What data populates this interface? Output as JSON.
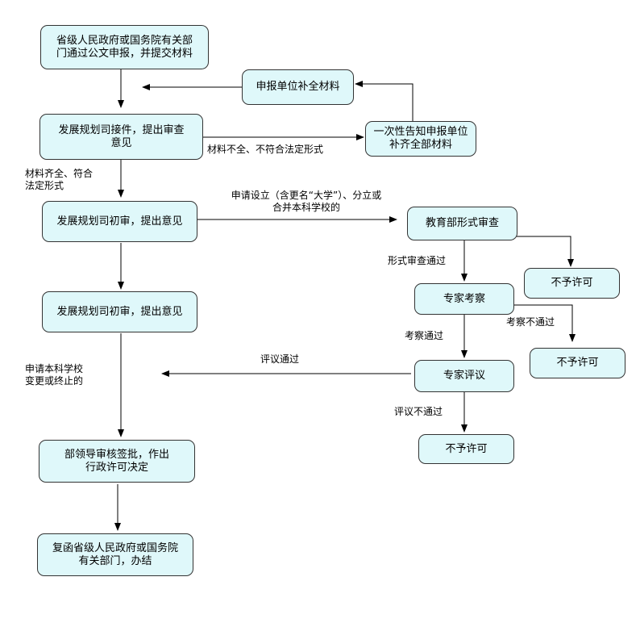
{
  "nodes": {
    "submit": "省级人民政府或国务院有关部\n门通过公文申报，并提交材料",
    "supplement": "申报单位补全材料",
    "receive": "发展规划司接件，提出审查\n意见",
    "notify_once": "一次性告知申报单位\n补齐全部材料",
    "prelim_review_1": "发展规划司初审，提出意见",
    "formal_review": "教育部形式审查",
    "deny_1": "不予许可",
    "expert_inspection": "专家考察",
    "deny_2": "不予许可",
    "prelim_review_2": "发展规划司初审，提出意见",
    "expert_evaluation": "专家评议",
    "deny_3": "不予许可",
    "leader_approval": "部领导审核签批，作出\n行政许可决定",
    "reply": "复函省级人民政府或国务院\n有关部门，办结"
  },
  "labels": {
    "incomplete": "材料不全、不符合法定形式",
    "complete": "材料齐全、符合\n法定形式",
    "apply_setup": "申请设立（含更名“大学”）、分立或\n合并本科学校的",
    "formal_pass": "形式审查通过",
    "inspection_fail": "考察不通过",
    "inspection_pass": "考察通过",
    "evaluation_pass": "评议通过",
    "change_terminate": "申请本科学校\n变更或终止的",
    "evaluation_fail": "评议不通过"
  }
}
